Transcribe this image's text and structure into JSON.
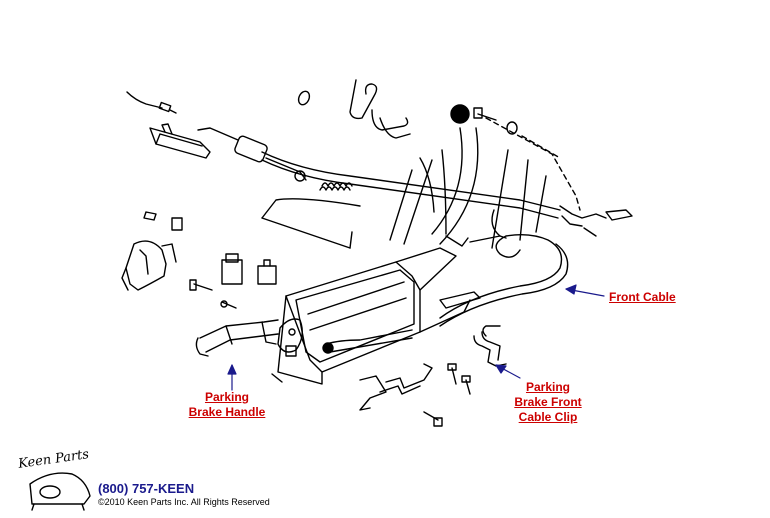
{
  "labels": {
    "front_cable": "Front Cable",
    "parking_brake_front_cable_clip": [
      "Parking",
      "Brake Front",
      "Cable Clip"
    ],
    "parking_brake_handle": [
      "Parking",
      "Brake Handle"
    ]
  },
  "footer": {
    "logo_text": "Keen Parts",
    "phone": "(800) 757-KEEN",
    "copyright": "©2010 Keen Parts Inc. All Rights Reserved"
  },
  "colors": {
    "label": "#cc0000",
    "arrow": "#1a1a8c",
    "line": "#000000"
  }
}
